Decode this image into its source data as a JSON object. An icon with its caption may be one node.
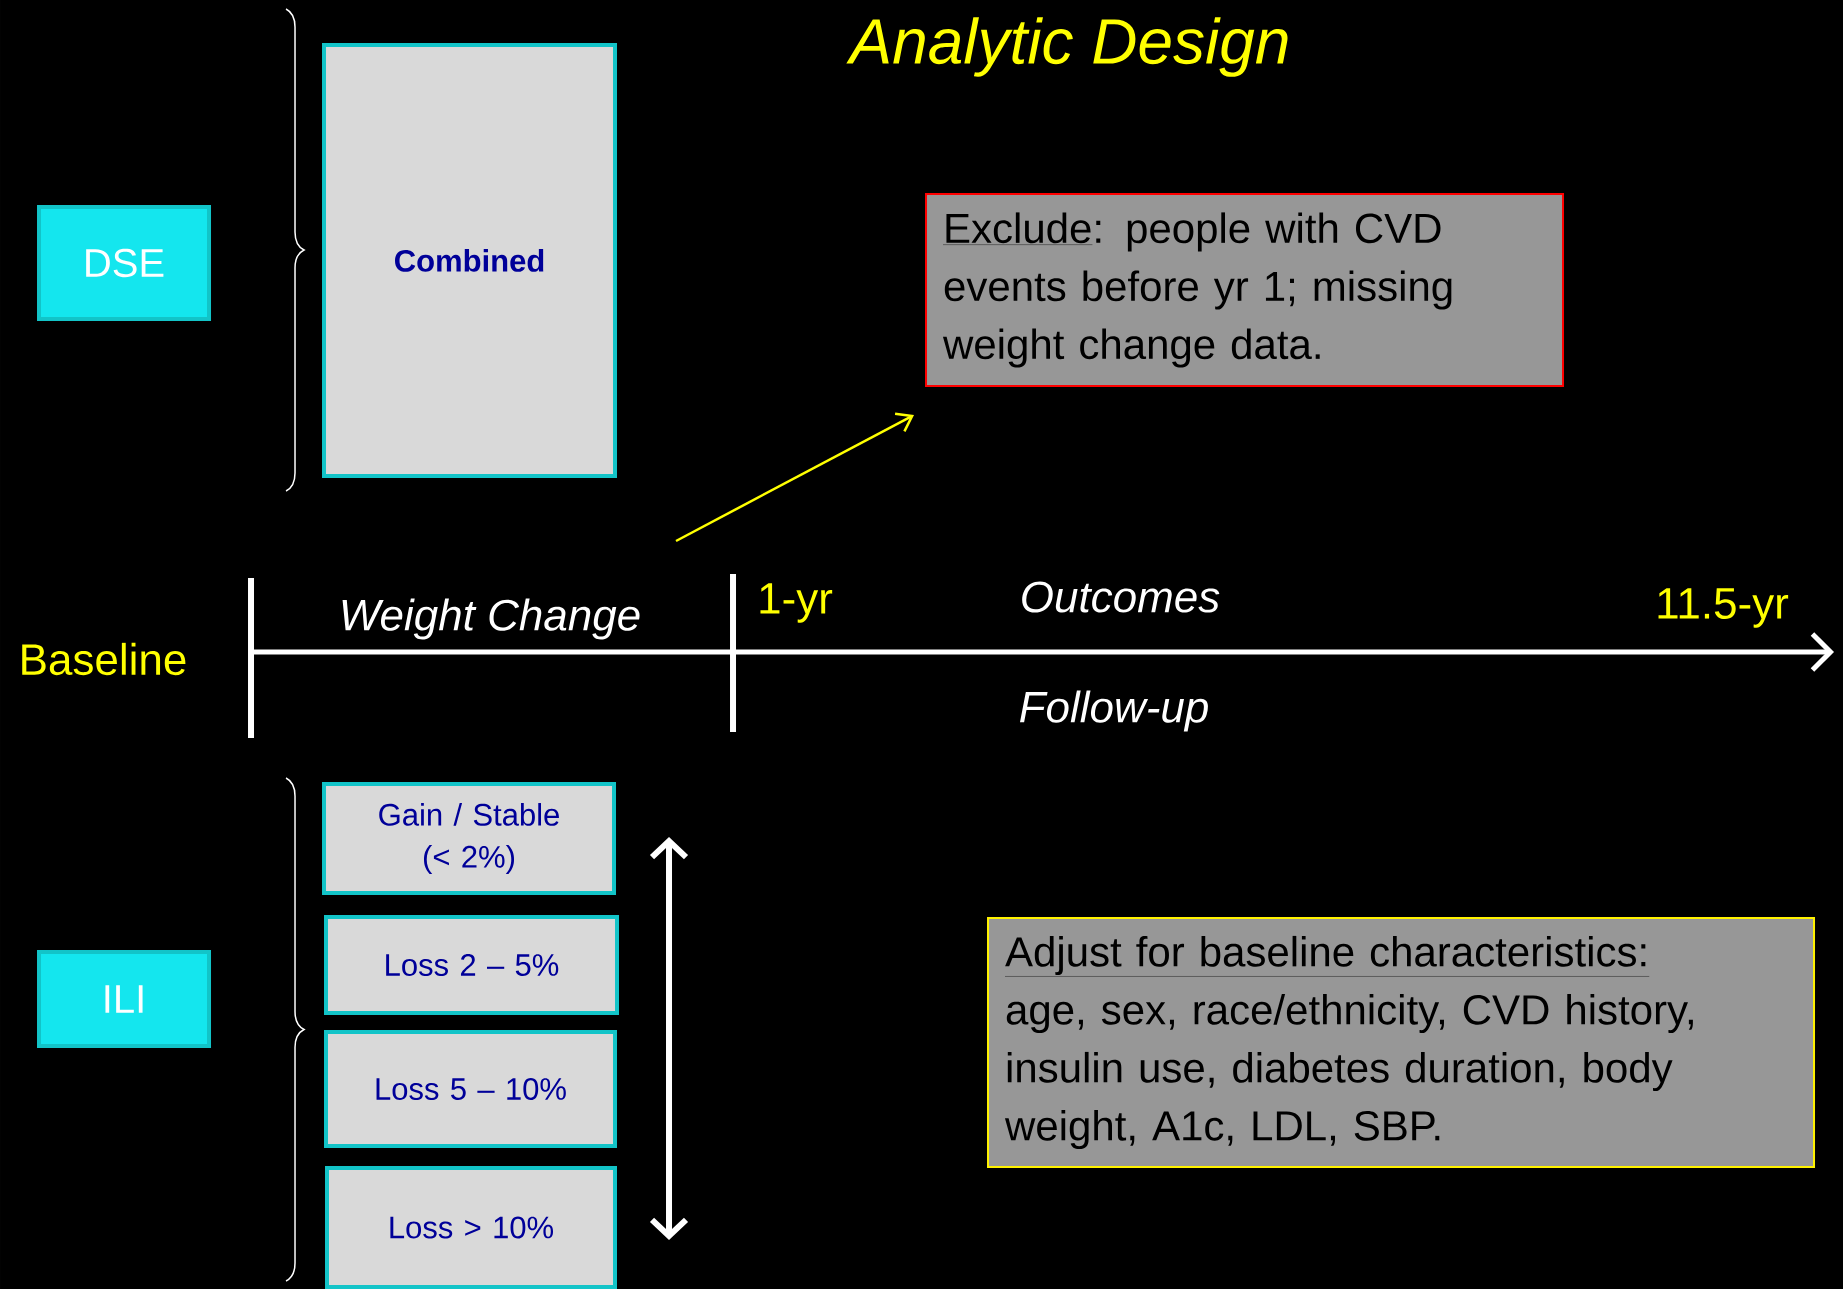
{
  "diagram": {
    "title": "Analytic Design",
    "nodes": [
      {
        "text": [
          "DSE"
        ]
      },
      {
        "text": [
          "Combined"
        ]
      },
      {
        "text": [
          "Exclude",
          ": people with CVD events before yr 1; missing weight change data."
        ]
      },
      {
        "text": [
          "ILI"
        ]
      },
      {
        "text": [
          "Gain / Stable (< 2%)"
        ]
      },
      {
        "text": [
          "Loss 2 – 5%"
        ]
      },
      {
        "text": [
          "Loss 5 – 10%"
        ]
      },
      {
        "text": [
          "Loss > 10%"
        ]
      },
      {
        "text": [
          "Adjust for baseline characteristics:",
          "age, sex, race/ethnicity, CVD history, insulin use, diabetes duration, body weight, A1c, LDL, SBP."
        ]
      }
    ],
    "edges": [
      {
        "from": null,
        "to": 2,
        "arrow": "to",
        "color": "#ffff00"
      }
    ],
    "labels": [
      "Baseline",
      "Weight Change",
      "1-yr",
      "Outcomes",
      "11.5-yr",
      "Follow-up"
    ]
  }
}
